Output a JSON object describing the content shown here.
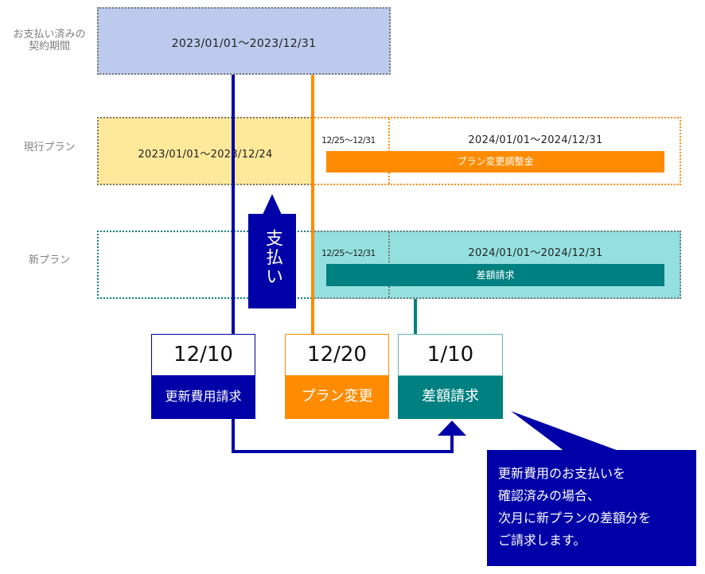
{
  "rows": {
    "paid_period_label": "お支払い済みの\n契約期間",
    "current_plan_label": "現行プラン",
    "new_plan_label": "新プラン"
  },
  "paid_period": {
    "range": "2023/01/01〜2023/12/31"
  },
  "current_plan": {
    "range": "2023/01/01〜2023/12/24",
    "gap_range": "12/25〜12/31",
    "next_range": "2024/01/01〜2024/12/31",
    "bar_label": "プラン変更調整金"
  },
  "new_plan": {
    "gap_range": "12/25〜12/31",
    "next_range": "2024/01/01〜2024/12/31",
    "bar_label": "差額請求"
  },
  "payment_marker": {
    "label": "支払い"
  },
  "events": [
    {
      "date": "12/10",
      "label": "更新費用請求",
      "color": "#0000a8"
    },
    {
      "date": "12/20",
      "label": "プラン変更",
      "color": "#ff8c00"
    },
    {
      "date": "1/10",
      "label": "差額請求",
      "color": "#008080"
    }
  ],
  "callout": {
    "lines": [
      "更新費用のお支払いを",
      "確認済みの場合、",
      "次月に新プランの差額分を",
      "ご請求します。"
    ]
  },
  "colors": {
    "paid_fill": "#bccbed",
    "current_fill": "#fee89a",
    "new_fill": "#94e0e0",
    "navy": "#0000a8",
    "orange": "#ff8c00",
    "teal": "#008080"
  }
}
